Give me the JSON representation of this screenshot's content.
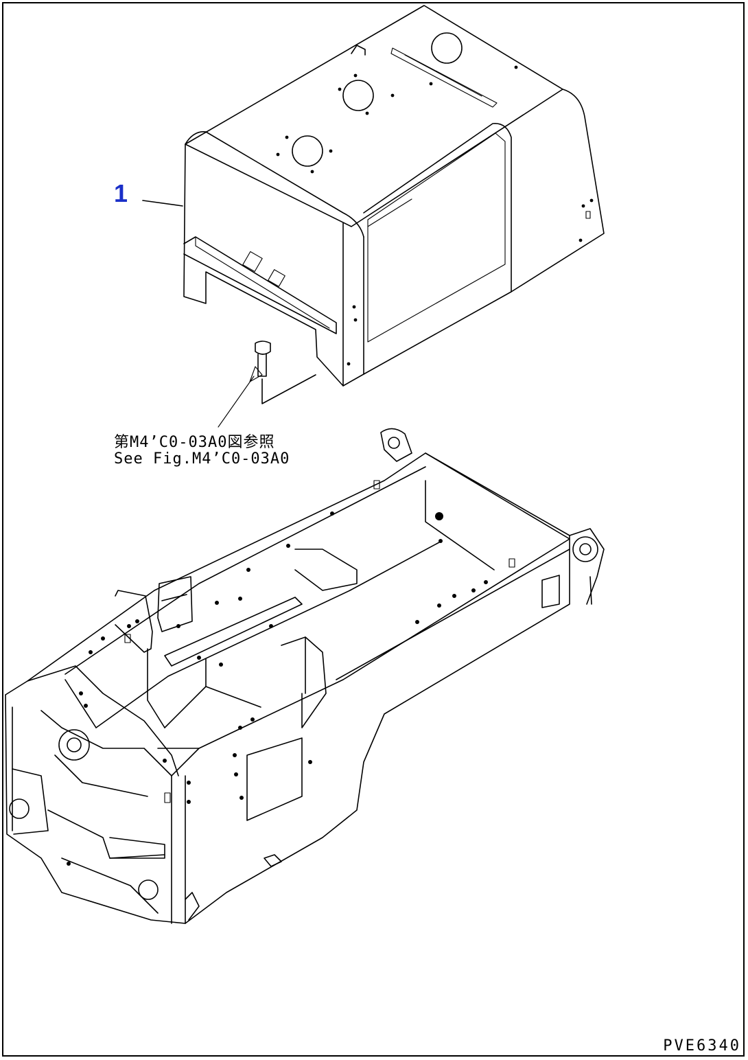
{
  "callouts": {
    "item_1": "1"
  },
  "reference": {
    "japanese": "第M4’C0-03A0図参照",
    "english": "See Fig.M4’C0-03A0"
  },
  "drawing_code": "PVE6340",
  "colors": {
    "callout": "#1a2fc8",
    "line": "#000000",
    "background": "#ffffff"
  }
}
